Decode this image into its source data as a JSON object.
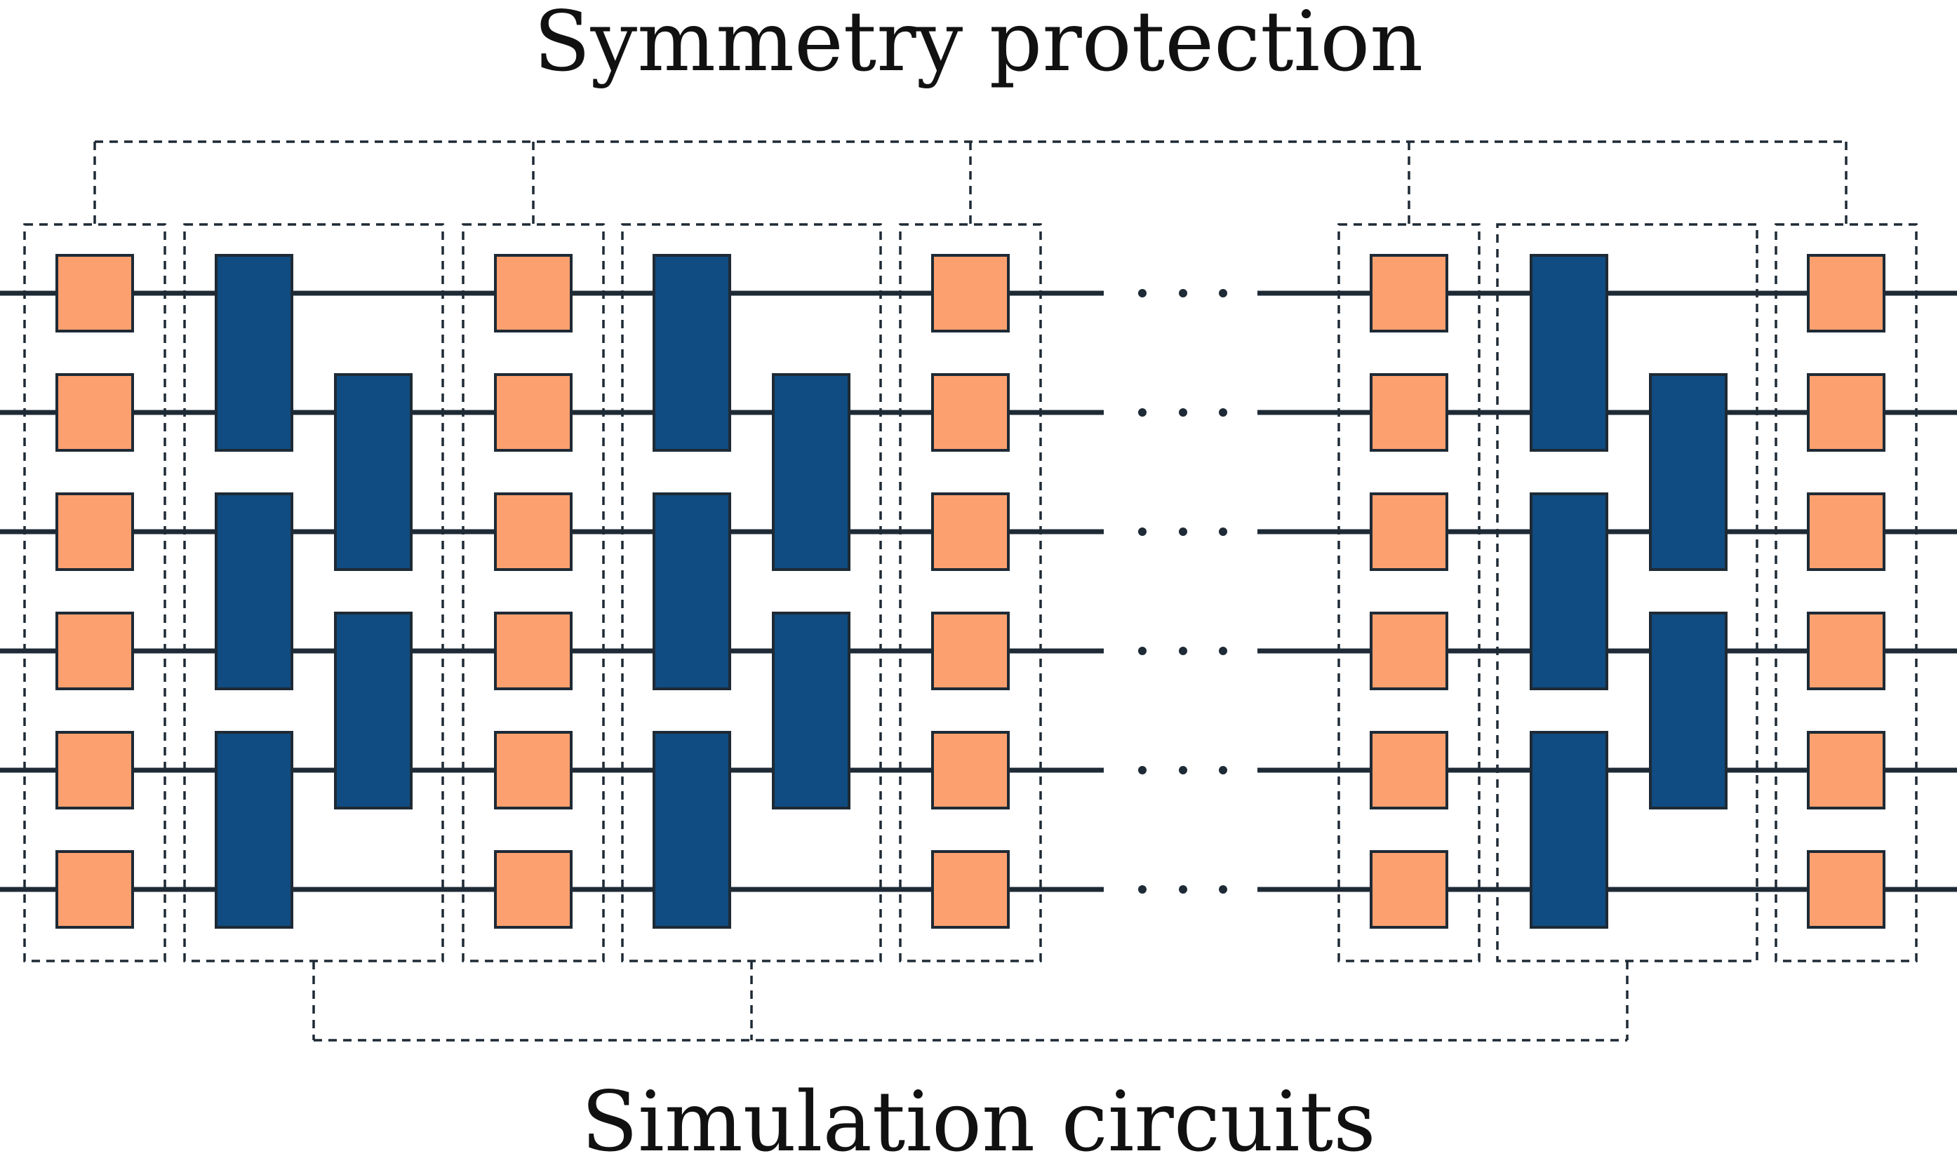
{
  "titles": {
    "top": "Symmetry protection",
    "bottom": "Simulation circuits"
  },
  "colors": {
    "single_qubit_gate_fill": "#FCA06F",
    "two_qubit_gate_fill": "#104C81",
    "gate_stroke": "#1E2A35",
    "wire": "#1E2A35",
    "dashed_frame": "#1E2A35",
    "ellipsis_dot": "#1E2A35"
  },
  "icons": {
    "single_qubit_gate": "orange-square-gate-icon",
    "two_qubit_gate": "navy-rectangle-gate-icon",
    "ellipsis": "ellipsis-icon"
  },
  "circuit": {
    "qubits": 6,
    "left_section": {
      "protection_layers": 3,
      "simulation_layers": 2
    },
    "right_section": {
      "protection_layers": 2,
      "simulation_layers": 1
    },
    "ellipsis_between_sections": true
  }
}
